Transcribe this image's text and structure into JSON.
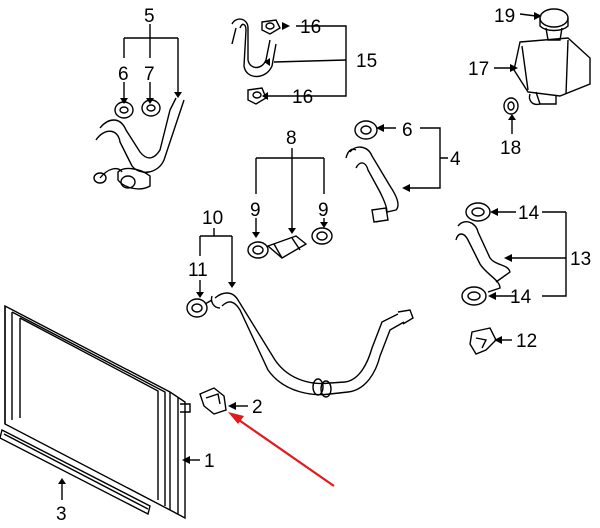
{
  "diagram": {
    "labels": {
      "p1": "1",
      "p2": "2",
      "p3": "3",
      "p4": "4",
      "p5": "5",
      "p6a": "6",
      "p6b": "6",
      "p7": "7",
      "p8": "8",
      "p9a": "9",
      "p9b": "9",
      "p10": "10",
      "p11": "11",
      "p12": "12",
      "p13": "13",
      "p14a": "14",
      "p14b": "14",
      "p15": "15",
      "p16a": "16",
      "p16b": "16",
      "p17": "17",
      "p18": "18",
      "p19": "19"
    },
    "highlight_color": "#e3191b",
    "line_color": "#000000"
  }
}
